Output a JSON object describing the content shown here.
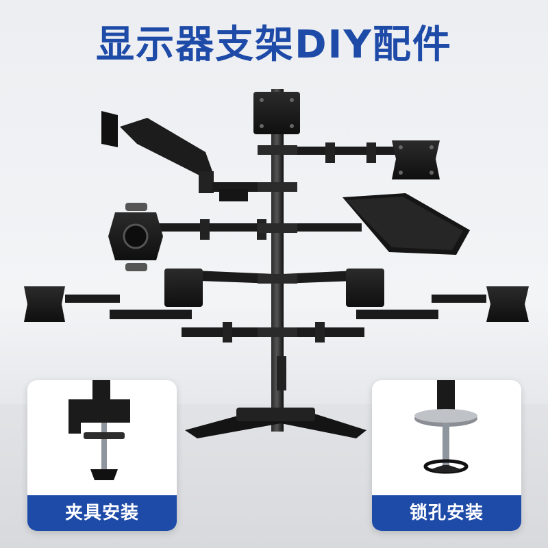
{
  "title": "显示器支架DIY配件",
  "cards": [
    {
      "label": "夹具安装",
      "icon": "desk-clamp-icon"
    },
    {
      "label": "锁孔安装",
      "icon": "grommet-mount-icon"
    }
  ],
  "colors": {
    "brand_blue": "#1e4aa8",
    "metal_black": "#151515",
    "background": "#eceef1"
  }
}
